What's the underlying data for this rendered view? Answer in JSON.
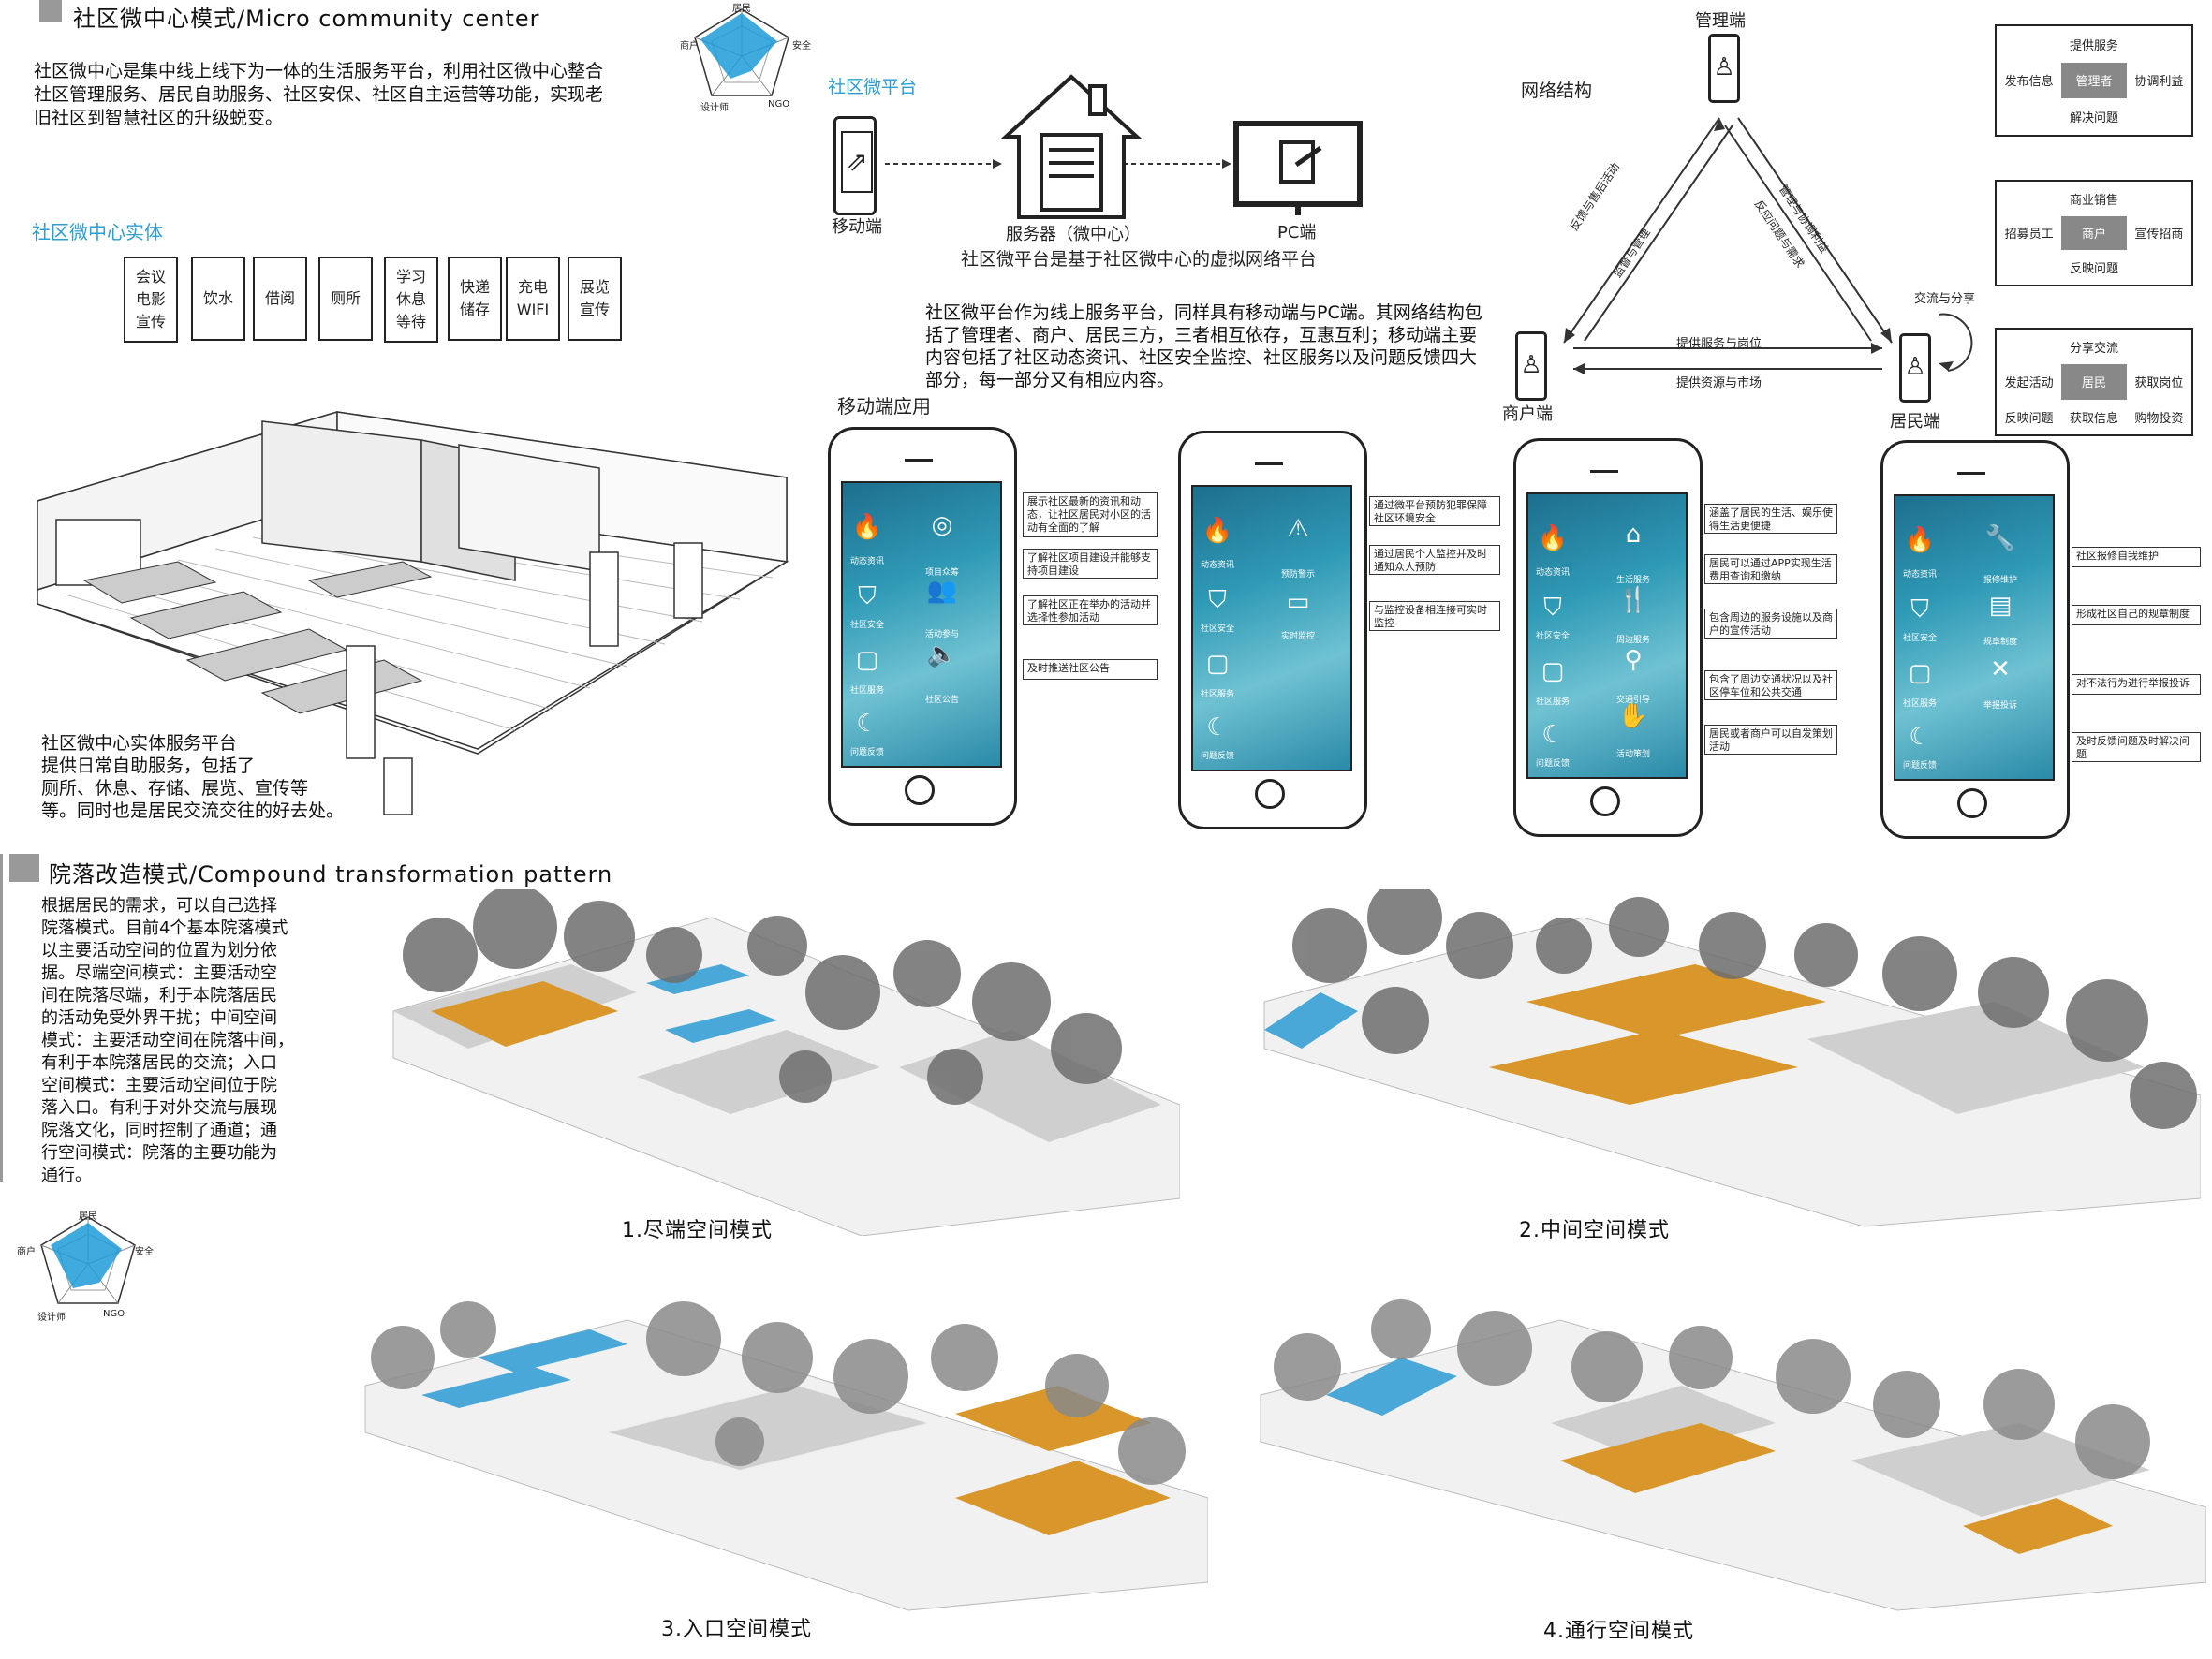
{
  "section1": {
    "title": "社区微中心模式/Micro community center",
    "intro": [
      "社区微中心是集中线上线下为一体的生活服务平台，利用社区微中心整合",
      "社区管理服务、居民自助服务、社区安保、社区自主运营等功能，实现老",
      "旧社区到智慧社区的升级蜕变。"
    ],
    "entity_title": "社区微中心实体",
    "facilities": [
      [
        "会议",
        "电影",
        "宣传"
      ],
      [
        "饮水"
      ],
      [
        "借阅"
      ],
      [
        "厕所"
      ],
      [
        "学习",
        "休息",
        "等待"
      ],
      [
        "快递",
        "储存"
      ],
      [
        "充电",
        "WIFI"
      ],
      [
        "展览",
        "宣传"
      ]
    ],
    "entity_desc": [
      "社区微中心实体服务平台",
      "提供日常自助服务，包括了",
      "厕所、休息、存储、展览、宣传等",
      "等。同时也是居民交流交往的好去处。"
    ]
  },
  "radar": {
    "top": "居民",
    "left": "商户",
    "right": "安全",
    "bottom_left": "设计师",
    "bottom_right": "NGO"
  },
  "platform": {
    "title": "社区微平台",
    "mobile_label": "移动端",
    "server_label": "服务器（微中心）",
    "pc_label": "PC端",
    "caption": "社区微平台是基于社区微中心的虚拟网络平台",
    "desc": [
      "社区微平台作为线上服务平台，同样具有移动端与PC端。其网络结构包",
      "括了管理者、商户、居民三方，三者相互依存，互惠互利；移动端主要",
      "内容包括了社区动态资讯、社区安全监控、社区服务以及问题反馈四大",
      "部分，每一部分又有相应内容。"
    ],
    "mobile_app_title": "移动端应用"
  },
  "network": {
    "title": "网络结构",
    "admin": "管理端",
    "merchant": "商户端",
    "resident": "居民端",
    "left_edge": [
      "反馈与售后活动",
      "监督与管理"
    ],
    "right_edge": [
      "管理与协调利益",
      "反应问题与需求"
    ],
    "bottom_edge": [
      "提供服务与岗位",
      "提供资源与市场"
    ],
    "share": "交流与分享",
    "grids": [
      {
        "top": "提供服务",
        "left": "发布信息",
        "center": "管理者",
        "right": "协调利益",
        "bottom": "解决问题"
      },
      {
        "top": "商业销售",
        "left": "招募员工",
        "center": "商户",
        "right": "宣传招商",
        "bottom": "反映问题"
      },
      {
        "top": "分享交流",
        "left": "发起活动",
        "center": "居民",
        "right": "获取岗位",
        "bottom": "获取信息",
        "bl": "反映问题",
        "br": "购物投资"
      }
    ]
  },
  "phones": [
    {
      "side": [
        "动态资讯",
        "社区安全",
        "社区服务",
        "问题反馈"
      ],
      "icons": [
        "项目众筹",
        "活动参与",
        "社区公告"
      ],
      "notes": [
        "展示社区最新的资讯和动态，让社区居民对小区的活动有全面的了解",
        "了解社区项目建设并能够支持项目建设",
        "了解社区正在举办的活动并选择性参加活动",
        "及时推送社区公告"
      ]
    },
    {
      "side": [
        "动态资讯",
        "社区安全",
        "社区服务",
        "问题反馈"
      ],
      "icons": [
        "预防警示",
        "实时监控"
      ],
      "notes": [
        "通过微平台预防犯罪保障社区环境安全",
        "通过居民个人监控并及时通知众人预防",
        "与监控设备相连接可实时监控"
      ]
    },
    {
      "side": [
        "动态资讯",
        "社区安全",
        "社区服务",
        "问题反馈"
      ],
      "icons": [
        "生活服务",
        "周边服务",
        "交通引导",
        "活动策划"
      ],
      "notes": [
        "涵盖了居民的生活、娱乐使得生活更便捷",
        "居民可以通过APP实现生活费用查询和缴纳",
        "包含周边的服务设施以及商户的宣传活动",
        "包含了周边交通状况以及社区停车位和公共交通",
        "居民或者商户可以自发策划活动"
      ]
    },
    {
      "side": [
        "动态资讯",
        "社区安全",
        "社区服务",
        "问题反馈"
      ],
      "icons": [
        "报修维护",
        "规章制度",
        "举报投诉"
      ],
      "notes": [
        "社区报修自我维护",
        "形成社区自己的规章制度",
        "对不法行为进行举报投诉",
        "及时反馈问题及时解决问题"
      ]
    }
  ],
  "section2": {
    "title": "院落改造模式/Compound transformation pattern",
    "desc": [
      "根据居民的需求，可以自己选择",
      "院落模式。目前4个基本院落模式",
      "以主要活动空间的位置为划分依",
      "据。尽端空间模式：主要活动空",
      "间在院落尽端，利于本院落居民",
      "的活动免受外界干扰；中间空间",
      "模式：主要活动空间在院落中间，",
      "有利于本院落居民的交流；入口",
      "空间模式：主要活动空间位于院",
      "落入口。有利于对外交流与展现",
      "院落文化，同时控制了通道；通",
      "行空间模式：院落的主要功能为",
      "通行。"
    ],
    "captions": [
      "1.尽端空间模式",
      "2.中间空间模式",
      "3.入口空间模式",
      "4.通行空间模式"
    ]
  },
  "colors": {
    "accent_blue": "#2a9fd6",
    "wood": "#d9962a",
    "screen": "#2f9ab6"
  }
}
